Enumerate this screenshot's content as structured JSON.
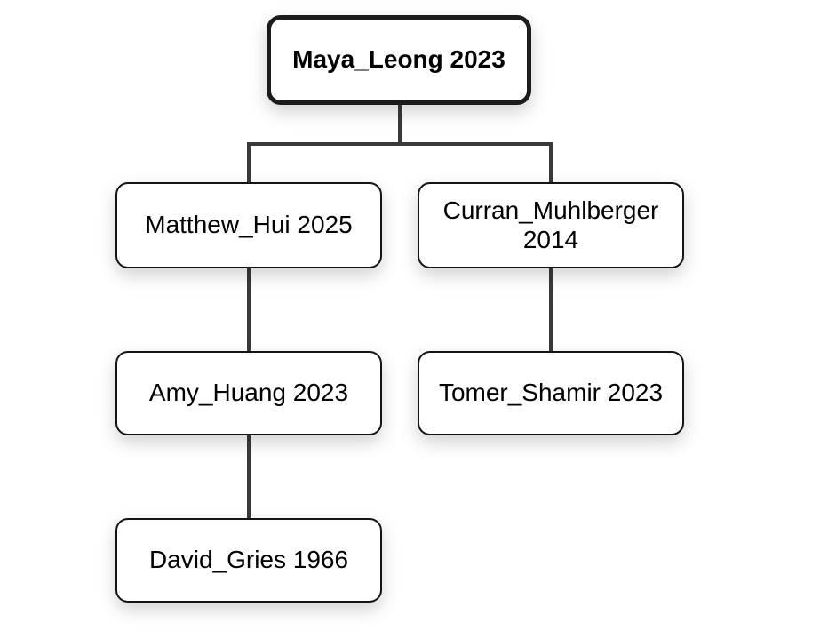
{
  "diagram": {
    "type": "tree",
    "title": "",
    "nodes": [
      {
        "id": "maya",
        "label": "Maya_Leong 2023",
        "level": 1,
        "is_root": true
      },
      {
        "id": "matthew",
        "label": "Matthew_Hui 2025",
        "level": 2,
        "is_root": false
      },
      {
        "id": "curran",
        "label": "Curran_Muhlberger 2014",
        "level": 2,
        "is_root": false
      },
      {
        "id": "amy",
        "label": "Amy_Huang 2023",
        "level": 3,
        "is_root": false
      },
      {
        "id": "tomer",
        "label": "Tomer_Shamir 2023",
        "level": 3,
        "is_root": false
      },
      {
        "id": "david",
        "label": "David_Gries 1966",
        "level": 4,
        "is_root": false
      }
    ],
    "edges": [
      {
        "from": "maya",
        "to": "matthew"
      },
      {
        "from": "maya",
        "to": "curran"
      },
      {
        "from": "matthew",
        "to": "amy"
      },
      {
        "from": "curran",
        "to": "tomer"
      },
      {
        "from": "amy",
        "to": "david"
      }
    ],
    "colors": {
      "background": "#ffffff",
      "node_fill": "#ffffff",
      "node_border": "#141414",
      "root_border": "#1c1c1c",
      "edge_line": "#3a3a3a",
      "text": "#000000"
    }
  }
}
